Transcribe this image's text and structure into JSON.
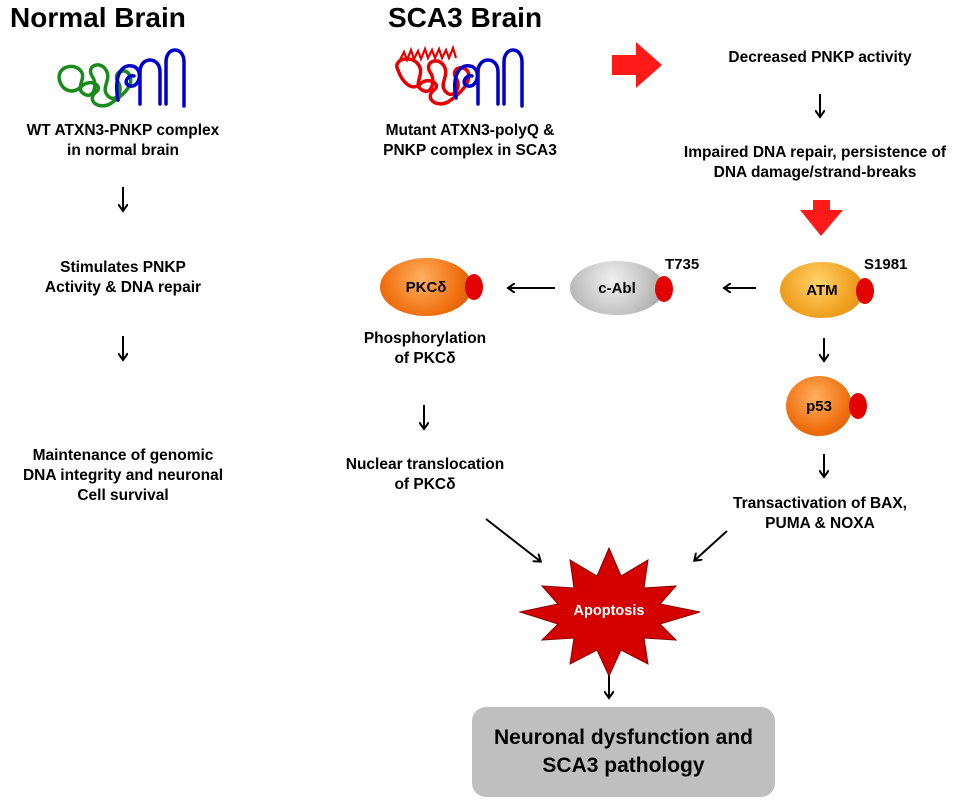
{
  "normal": {
    "title": "Normal Brain",
    "complex_line1": "WT ATXN3-PNKP complex",
    "complex_line2": "in normal brain",
    "step2_line1": "Stimulates PNKP",
    "step2_line2": "Activity & DNA repair",
    "step3_line1": "Maintenance of genomic",
    "step3_line2": "DNA integrity and neuronal",
    "step3_line3": "Cell survival"
  },
  "sca3": {
    "title": "SCA3 Brain",
    "complex_line1": "Mutant ATXN3-polyQ &",
    "complex_line2": "PNKP complex in SCA3",
    "decreased": "Decreased PNKP activity",
    "impaired_line1": "Impaired DNA repair, persistence of",
    "impaired_line2": "DNA damage/strand-breaks",
    "atm": "ATM",
    "atm_site": "S1981",
    "cabl": "c-Abl",
    "cabl_site": "T735",
    "pkcd": "PKCδ",
    "phos_line1": "Phosphorylation",
    "phos_line2": "of PKCδ",
    "nuc_line1": "Nuclear translocation",
    "nuc_line2": "of PKCδ",
    "p53": "p53",
    "trans_line1": "Transactivation of BAX,",
    "trans_line2": "PUMA & NOXA",
    "apoptosis": "Apoptosis",
    "final_line1": "Neuronal dysfunction and",
    "final_line2": "SCA3 pathology"
  },
  "colors": {
    "wt_protein": "#1a8a1a",
    "pnkp_protein": "#0000cc",
    "mutant_protein": "#e60000",
    "atm": "#f0a020",
    "pkcd": "#f07010",
    "p53": "#f07010",
    "cabl": "#c0c0c0",
    "phospho": "#e30000",
    "apoptosis": "#d40000",
    "final_box": "#bfbfbf",
    "red_arrow": "#ff1a1a"
  }
}
